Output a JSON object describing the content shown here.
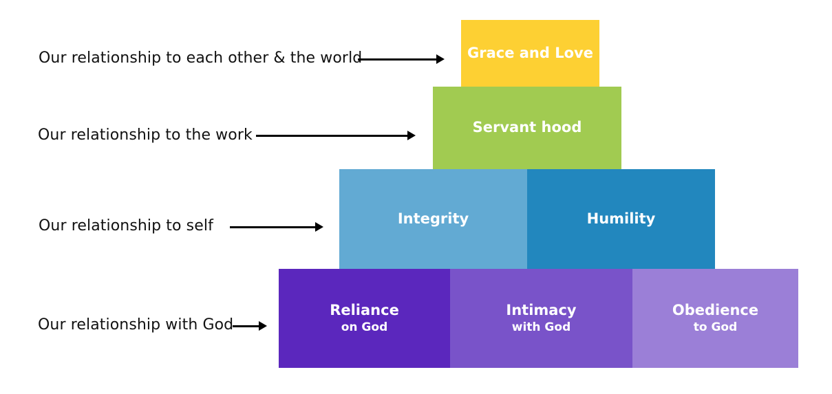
{
  "rows": [
    {
      "label": "Our relationship to each other & the world"
    },
    {
      "label": "Our relationship to the work"
    },
    {
      "label": "Our relationship to self"
    },
    {
      "label": "Our relationship with God"
    }
  ],
  "blocks": {
    "grace_love": {
      "title": "Grace and Love",
      "color": "#FDD033"
    },
    "servant_hood": {
      "title": "Servant hood",
      "color": "#A1CB51"
    },
    "integrity": {
      "title": "Integrity",
      "color": "#62AAD3"
    },
    "humility": {
      "title": "Humility",
      "color": "#2287BE"
    },
    "reliance": {
      "title": "Reliance",
      "subtitle": "on God",
      "color": "#5B27BD"
    },
    "intimacy": {
      "title": "Intimacy",
      "subtitle": "with God",
      "color": "#7953C9"
    },
    "obedience": {
      "title": "Obedience",
      "subtitle": "to God",
      "color": "#9B7FD7"
    }
  }
}
